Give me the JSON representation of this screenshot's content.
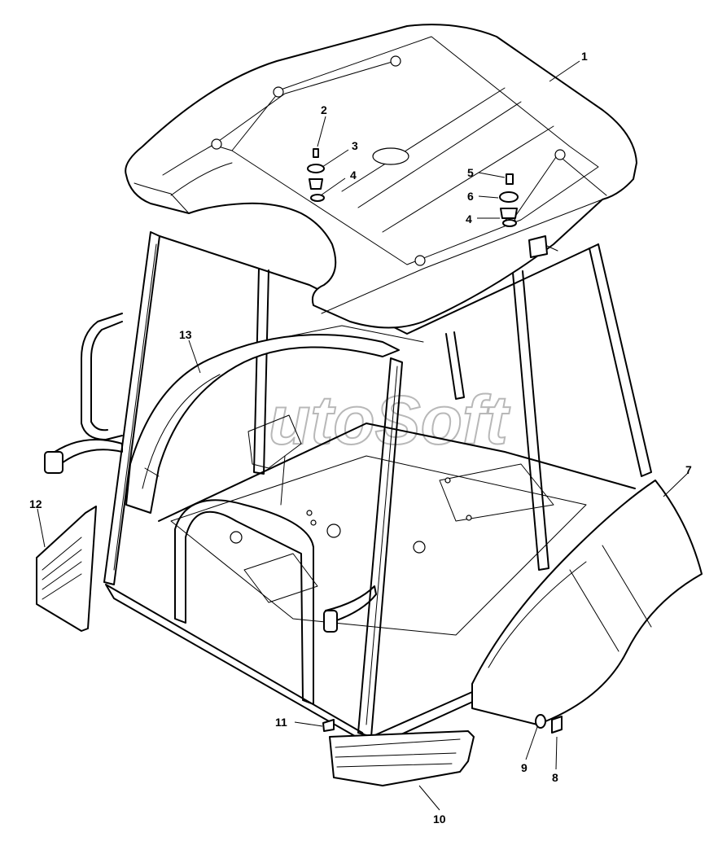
{
  "callouts": [
    {
      "id": "1",
      "label": "1"
    },
    {
      "id": "2",
      "label": "2"
    },
    {
      "id": "3",
      "label": "3"
    },
    {
      "id": "4a",
      "label": "4"
    },
    {
      "id": "5",
      "label": "5"
    },
    {
      "id": "6",
      "label": "6"
    },
    {
      "id": "4b",
      "label": "4"
    },
    {
      "id": "7",
      "label": "7"
    },
    {
      "id": "8",
      "label": "8"
    },
    {
      "id": "9",
      "label": "9"
    },
    {
      "id": "10",
      "label": "10"
    },
    {
      "id": "11",
      "label": "11"
    },
    {
      "id": "12",
      "label": "12"
    },
    {
      "id": "13",
      "label": "13"
    }
  ],
  "watermark": {
    "text": "utoSoft"
  }
}
